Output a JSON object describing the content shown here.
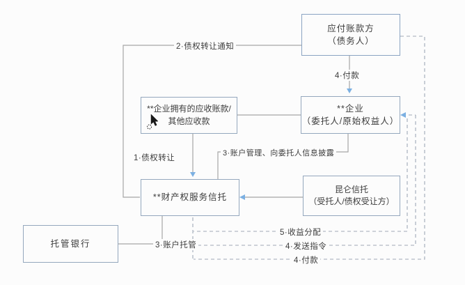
{
  "diagram": {
    "nodes": {
      "debtor": {
        "line1": "应付账款方",
        "line2": "（债务人）"
      },
      "receivables": {
        "line1": "**企业拥有的应收账款/",
        "line2": "其他应收款"
      },
      "enterprise": {
        "line1": "**企业",
        "line2": "（委托人/原始权益人）"
      },
      "trust": {
        "line1": "**财产权服务信托"
      },
      "kunlun": {
        "line1": "昆仑信托",
        "line2": "（受托人/债权受让方）"
      },
      "bank": {
        "line1": "托管银行"
      }
    },
    "edges": {
      "debt_transfer_notice": "2·债权转让通知",
      "payment_top": "4·付款",
      "debt_transfer": "1·债权转让",
      "account_management": "3·账户管理、向委托人信息披露",
      "account_custody": "3·账户托管",
      "income_distribution": "5·收益分配",
      "send_instructions": "4·发送指令",
      "payment_bottom": "4·付款"
    },
    "icons": {
      "mouse_cursor": "cursor-with-busy-indicator"
    },
    "colors": {
      "background": "#fcfcfc",
      "box_border": "#94a7bd",
      "solid_line": "#a6a6a6",
      "dashed_line": "#9fa9b6",
      "arrow": "#7cb0e2",
      "text": "#3c3c3c"
    }
  }
}
